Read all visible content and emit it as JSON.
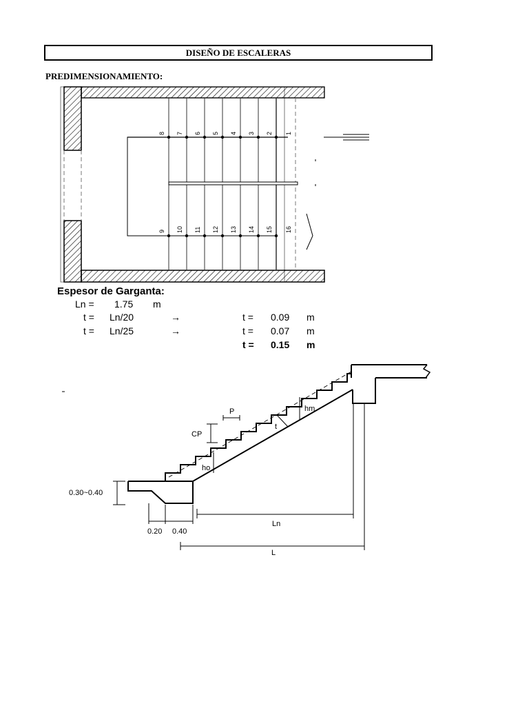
{
  "title": "DISEÑO DE ESCALERAS",
  "section": "PREDIMENSIONAMIENTO:",
  "plan": {
    "steps_top": [
      "8",
      "7",
      "6",
      "5",
      "4",
      "3",
      "2",
      "1"
    ],
    "steps_bottom": [
      "9",
      "10",
      "11",
      "12",
      "13",
      "14",
      "15",
      "16"
    ]
  },
  "garganta": {
    "heading": "Espesor de Garganta:",
    "ln_label": "Ln =",
    "ln_value": "1.75",
    "ln_unit": "m",
    "rows": [
      {
        "lhs": "t =",
        "formula": "Ln/20",
        "arrow": "→",
        "rlabel": "t =",
        "value": "0.09",
        "unit": "m"
      },
      {
        "lhs": "t =",
        "formula": "Ln/25",
        "arrow": "→",
        "rlabel": "t =",
        "value": "0.07",
        "unit": "m"
      }
    ],
    "result": {
      "label": "t =",
      "value": "0.15",
      "unit": "m"
    }
  },
  "section_drawing": {
    "labels": {
      "p": "P",
      "cp": "CP",
      "t": "t",
      "hm": "hm",
      "ho": "ho",
      "ln": "Ln",
      "l": "L",
      "height": "0.30~0.40",
      "w1": "0.20",
      "w2": "0.40"
    }
  }
}
